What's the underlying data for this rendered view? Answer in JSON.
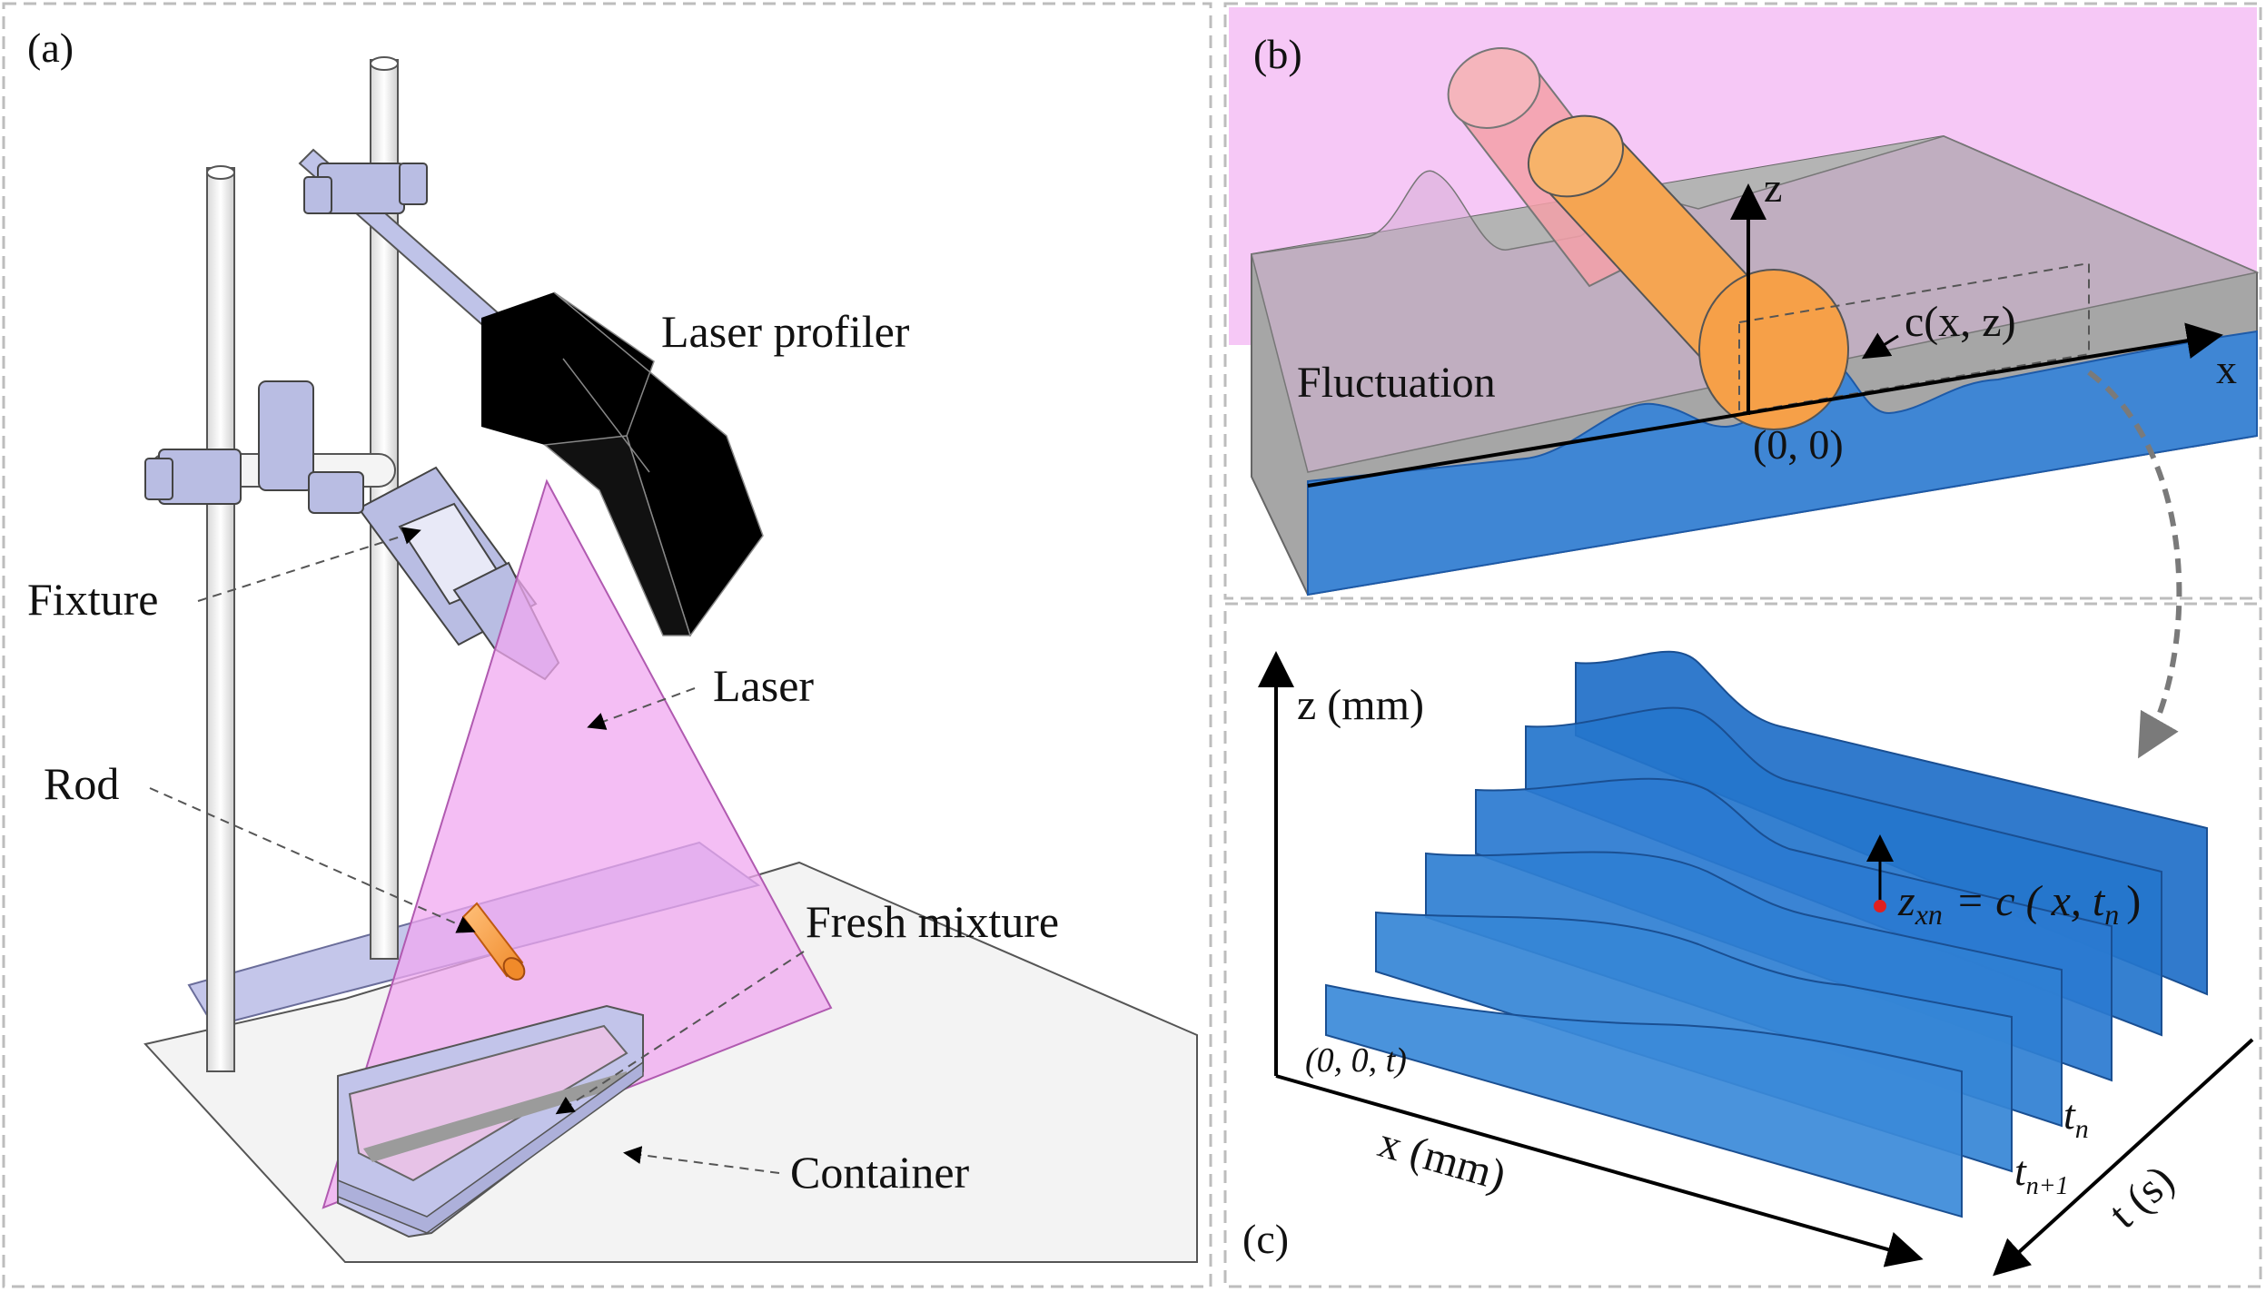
{
  "panel_a": {
    "tag": "(a)",
    "labels": {
      "laser_profiler": "Laser profiler",
      "fixture": "Fixture",
      "laser": "Laser",
      "rod": "Rod",
      "fresh_mixture": "Fresh mixture",
      "container": "Container"
    }
  },
  "panel_b": {
    "tag": "(b)",
    "axis_z": "z",
    "axis_x": "x",
    "curve_label": "c(x, z)",
    "fluctuation_label": "Fluctuation",
    "origin_label": "(0, 0)"
  },
  "panel_c": {
    "tag": "(c)",
    "axis_z": "z (mm)",
    "axis_x": "x (mm)",
    "axis_t": "t (s)",
    "origin_label": "(0, 0, t)",
    "eq_lhs": "z",
    "eq_lhs_sub": "xn",
    "eq_rest": "=  c ( x, t",
    "eq_rest_sub": "n",
    "eq_close": ")",
    "tn": "t",
    "tn_sub": "n",
    "tn1": "t",
    "tn1_sub": "n+1"
  },
  "colors": {
    "laser_plane": "#f0a8f0",
    "profile_blue": "#1f6fc8",
    "rod_orange": "#f5a552",
    "rod_ghost": "#f3a0a8",
    "fixture_gray": "#a9afd2",
    "profiler_black": "#000000",
    "border_dash": "#b9b9b9"
  }
}
